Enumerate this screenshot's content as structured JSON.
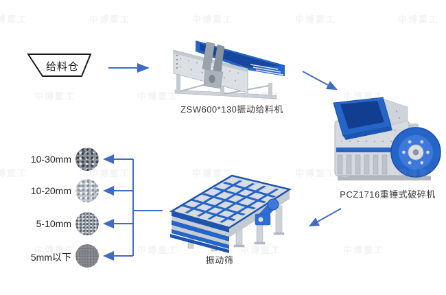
{
  "flow": {
    "feed_bin_label": "给料仓",
    "feeder_label": "ZSW600*130振动给料机",
    "crusher_label": "PCZ1716重锤式破碎机",
    "screen_label": "振动筛"
  },
  "outputs": [
    {
      "label": "10-30mm"
    },
    {
      "label": "10-20mm"
    },
    {
      "label": "5-10mm"
    },
    {
      "label": "5mm以下"
    }
  ],
  "watermark": "中博重工",
  "colors": {
    "arrow_blue": "#3f6cc0",
    "machine_blue": "#2565c8",
    "dark_blue": "#1d54b0",
    "steel_light": "#d8dce1",
    "steel_mid": "#b9c0c8",
    "label_text": "#383838",
    "watermark_gray": "#aab0b6"
  }
}
